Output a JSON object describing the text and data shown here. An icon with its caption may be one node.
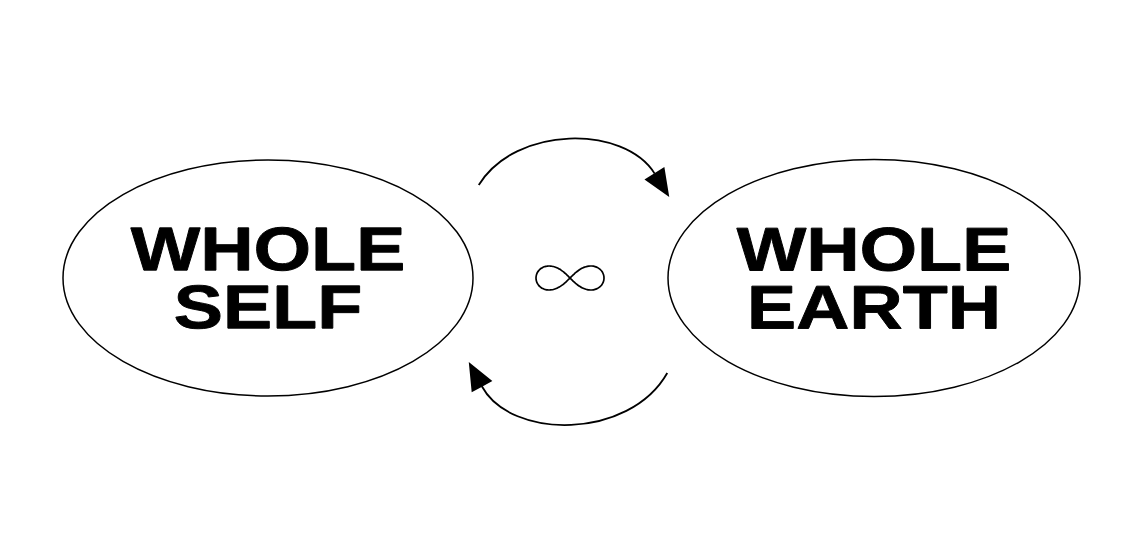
{
  "diagram": {
    "nodes": [
      {
        "text": [
          "WHOLE SELF"
        ]
      },
      {
        "text": [
          "WHOLE EARTH"
        ]
      }
    ],
    "edges": [
      {
        "from": 0,
        "to": 1,
        "arrow": "to"
      },
      {
        "from": 1,
        "to": 0,
        "arrow": "to"
      }
    ]
  }
}
